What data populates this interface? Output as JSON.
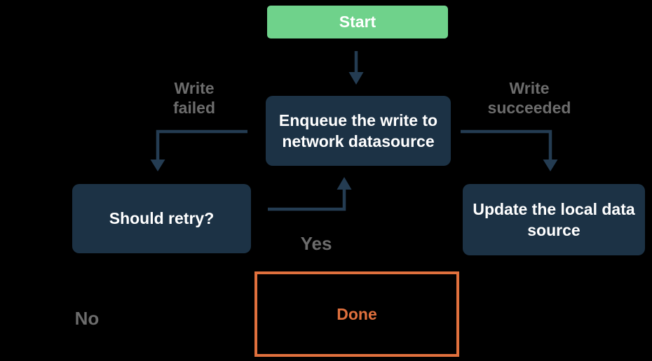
{
  "diagram": {
    "type": "flowchart",
    "nodes": {
      "start": {
        "label": "Start"
      },
      "enqueue": {
        "label": "Enqueue the write to\nnetwork datasource"
      },
      "should_retry": {
        "label": "Should retry?"
      },
      "update_local": {
        "label": "Update the local data\nsource"
      },
      "done": {
        "label": "Done"
      }
    },
    "edges": {
      "write_failed": {
        "label": "Write\nfailed"
      },
      "write_succeeded": {
        "label": "Write\nsucceeded"
      },
      "yes": {
        "label": "Yes"
      },
      "no": {
        "label": "No"
      }
    },
    "colors": {
      "background": "#000000",
      "start_fill": "#6FD28B",
      "node_fill": "#1C3245",
      "node_text": "#FFFFFF",
      "arrow": "#243C52",
      "edge_label_text": "#6C6C6C",
      "done_accent": "#E0703D"
    }
  }
}
